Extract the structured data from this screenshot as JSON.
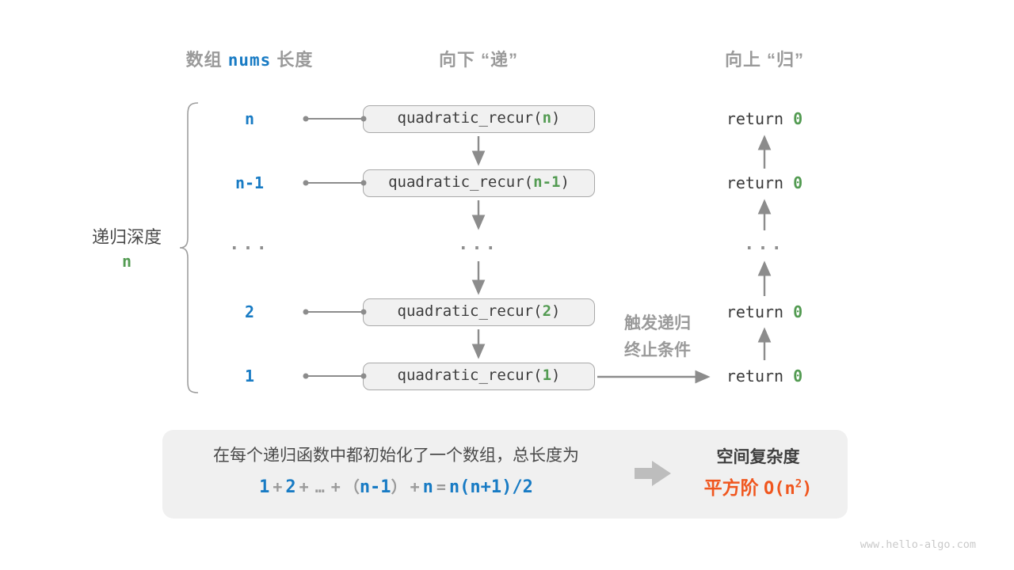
{
  "headers": {
    "left_prefix": "数组",
    "left_code": "nums",
    "left_suffix": "长度",
    "middle": "向下 “递”",
    "right": "向上 “归”"
  },
  "depth_caption": {
    "line1": "递归深度",
    "line2": "n"
  },
  "rows": [
    {
      "label": "n",
      "call_open": "quadratic_recur(",
      "arg": "n",
      "call_close": ")",
      "ret_kw": "return ",
      "ret_val": "0"
    },
    {
      "label": "n-1",
      "call_open": "quadratic_recur(",
      "arg": "n-1",
      "call_close": ")",
      "ret_kw": "return ",
      "ret_val": "0"
    },
    {
      "label": "2",
      "call_open": "quadratic_recur(",
      "arg": "2",
      "call_close": ")",
      "ret_kw": "return ",
      "ret_val": "0"
    },
    {
      "label": "1",
      "call_open": "quadratic_recur(",
      "arg": "1",
      "call_close": ")",
      "ret_kw": "return ",
      "ret_val": "0"
    }
  ],
  "ellipsis_row": {
    "left": "...",
    "middle": "...",
    "right": "..."
  },
  "trigger_note": {
    "line1": "触发递归",
    "line2": "终止条件"
  },
  "summary_panel": {
    "line1": "在每个递归函数中都初始化了一个数组，总长度为",
    "formula": {
      "t1": "1",
      "op1": "+",
      "t2": "2",
      "op2": "+",
      "dots": "…",
      "op3": "+",
      "lp": "（",
      "t3": "n-1",
      "rp": "）",
      "op4": "+",
      "t4": "n",
      "eq": "=",
      "t5": "n(n+1)/2"
    },
    "space_title": "空间复杂度",
    "space_prefix": "平方阶 ",
    "space_code_open": "O(n",
    "space_sup": "2",
    "space_code_close": ")"
  },
  "watermark": "www.hello-algo.com",
  "colors": {
    "blue": "#187bc4",
    "green": "#539b52",
    "orange": "#f0561e",
    "gray_text": "#9a9a9a",
    "dark_text": "#3c3c3c",
    "arrow": "#8c8c8c",
    "box_fill": "#f1f1f1",
    "box_border": "#a9a9a9",
    "panel_fill": "#f0f0f0"
  }
}
